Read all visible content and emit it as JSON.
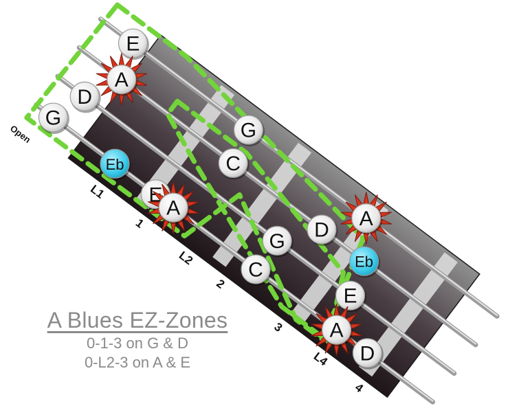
{
  "diagram": {
    "title": "A Blues EZ-Zones",
    "lines": [
      "0-1-3 on G & D",
      "0-L2-3 on A & E"
    ],
    "position_labels": [
      {
        "text": "Open",
        "p": -0.55
      },
      {
        "text": "L1",
        "p": 0.45
      },
      {
        "text": "1",
        "p": 1.0
      },
      {
        "text": "L2",
        "p": 1.6
      },
      {
        "text": "2",
        "p": 2.05
      },
      {
        "text": "3",
        "p": 2.8
      },
      {
        "text": "L4",
        "p": 3.35
      },
      {
        "text": "4",
        "p": 3.85
      }
    ],
    "strings": [
      "G",
      "D",
      "A",
      "E"
    ],
    "notes": [
      {
        "label": "E",
        "string": 3,
        "p": -0.18,
        "star": false,
        "color": "white"
      },
      {
        "label": "A",
        "string": 2,
        "p": -0.05,
        "star": true,
        "color": "white"
      },
      {
        "label": "D",
        "string": 1,
        "p": -0.25,
        "star": false,
        "color": "white"
      },
      {
        "label": "G",
        "string": 0,
        "p": -0.38,
        "star": false,
        "color": "white"
      },
      {
        "label": "Eb",
        "string": 0,
        "p": 0.42,
        "star": false,
        "color": "cyan"
      },
      {
        "label": "E",
        "string": 0,
        "p": 0.95,
        "star": false,
        "color": "white"
      },
      {
        "label": "A",
        "string": 0,
        "p": 1.18,
        "star": true,
        "color": "white"
      },
      {
        "label": "G",
        "string": 3,
        "p": 1.32,
        "star": false,
        "color": "white"
      },
      {
        "label": "C",
        "string": 2,
        "p": 1.4,
        "star": false,
        "color": "white"
      },
      {
        "label": "A",
        "string": 3,
        "p": 2.85,
        "star": true,
        "color": "white"
      },
      {
        "label": "D",
        "string": 2,
        "p": 2.55,
        "star": false,
        "color": "white"
      },
      {
        "label": "Eb",
        "string": 2,
        "p": 3.1,
        "star": false,
        "color": "cyan"
      },
      {
        "label": "G",
        "string": 1,
        "p": 2.25,
        "star": false,
        "color": "white"
      },
      {
        "label": "C",
        "string": 0,
        "p": 2.25,
        "star": false,
        "color": "white"
      },
      {
        "label": "E",
        "string": 1,
        "p": 3.2,
        "star": false,
        "color": "white"
      },
      {
        "label": "A",
        "string": 0,
        "p": 3.3,
        "star": true,
        "color": "white"
      },
      {
        "label": "D",
        "string": 0,
        "p": 3.7,
        "star": false,
        "color": "white"
      }
    ],
    "colors": {
      "neck_dark": "#2a1f24",
      "neck_light": "#8c8c8c",
      "fret": "#d8d8d8",
      "zone": "#72d43a",
      "star": "#d8341c",
      "cyan": "#38c8e8"
    }
  }
}
